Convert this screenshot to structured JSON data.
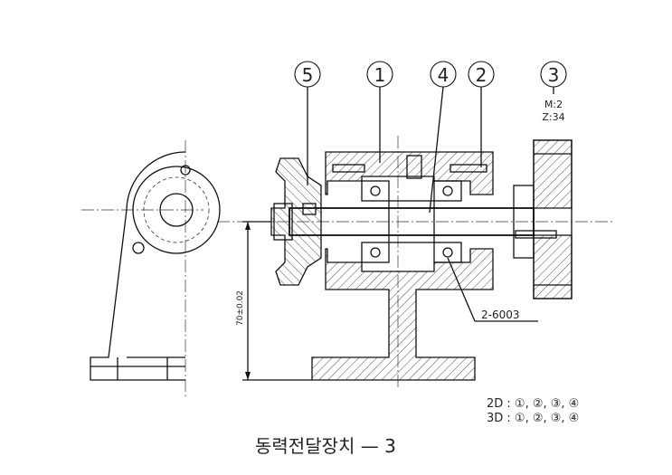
{
  "balloons": {
    "b5": "5",
    "b1": "1",
    "b4": "4",
    "b2": "2",
    "b3": "3"
  },
  "gear_spec": {
    "module": "M:2",
    "teeth": "Z:34"
  },
  "dimension": {
    "height": "70±0.02"
  },
  "bearing_label": "2-6003",
  "scope": {
    "line_2d": "2D : ①, ②, ③, ④",
    "line_3d": "3D : ①, ②, ③, ④"
  },
  "title": "동력전달장치 — 3"
}
